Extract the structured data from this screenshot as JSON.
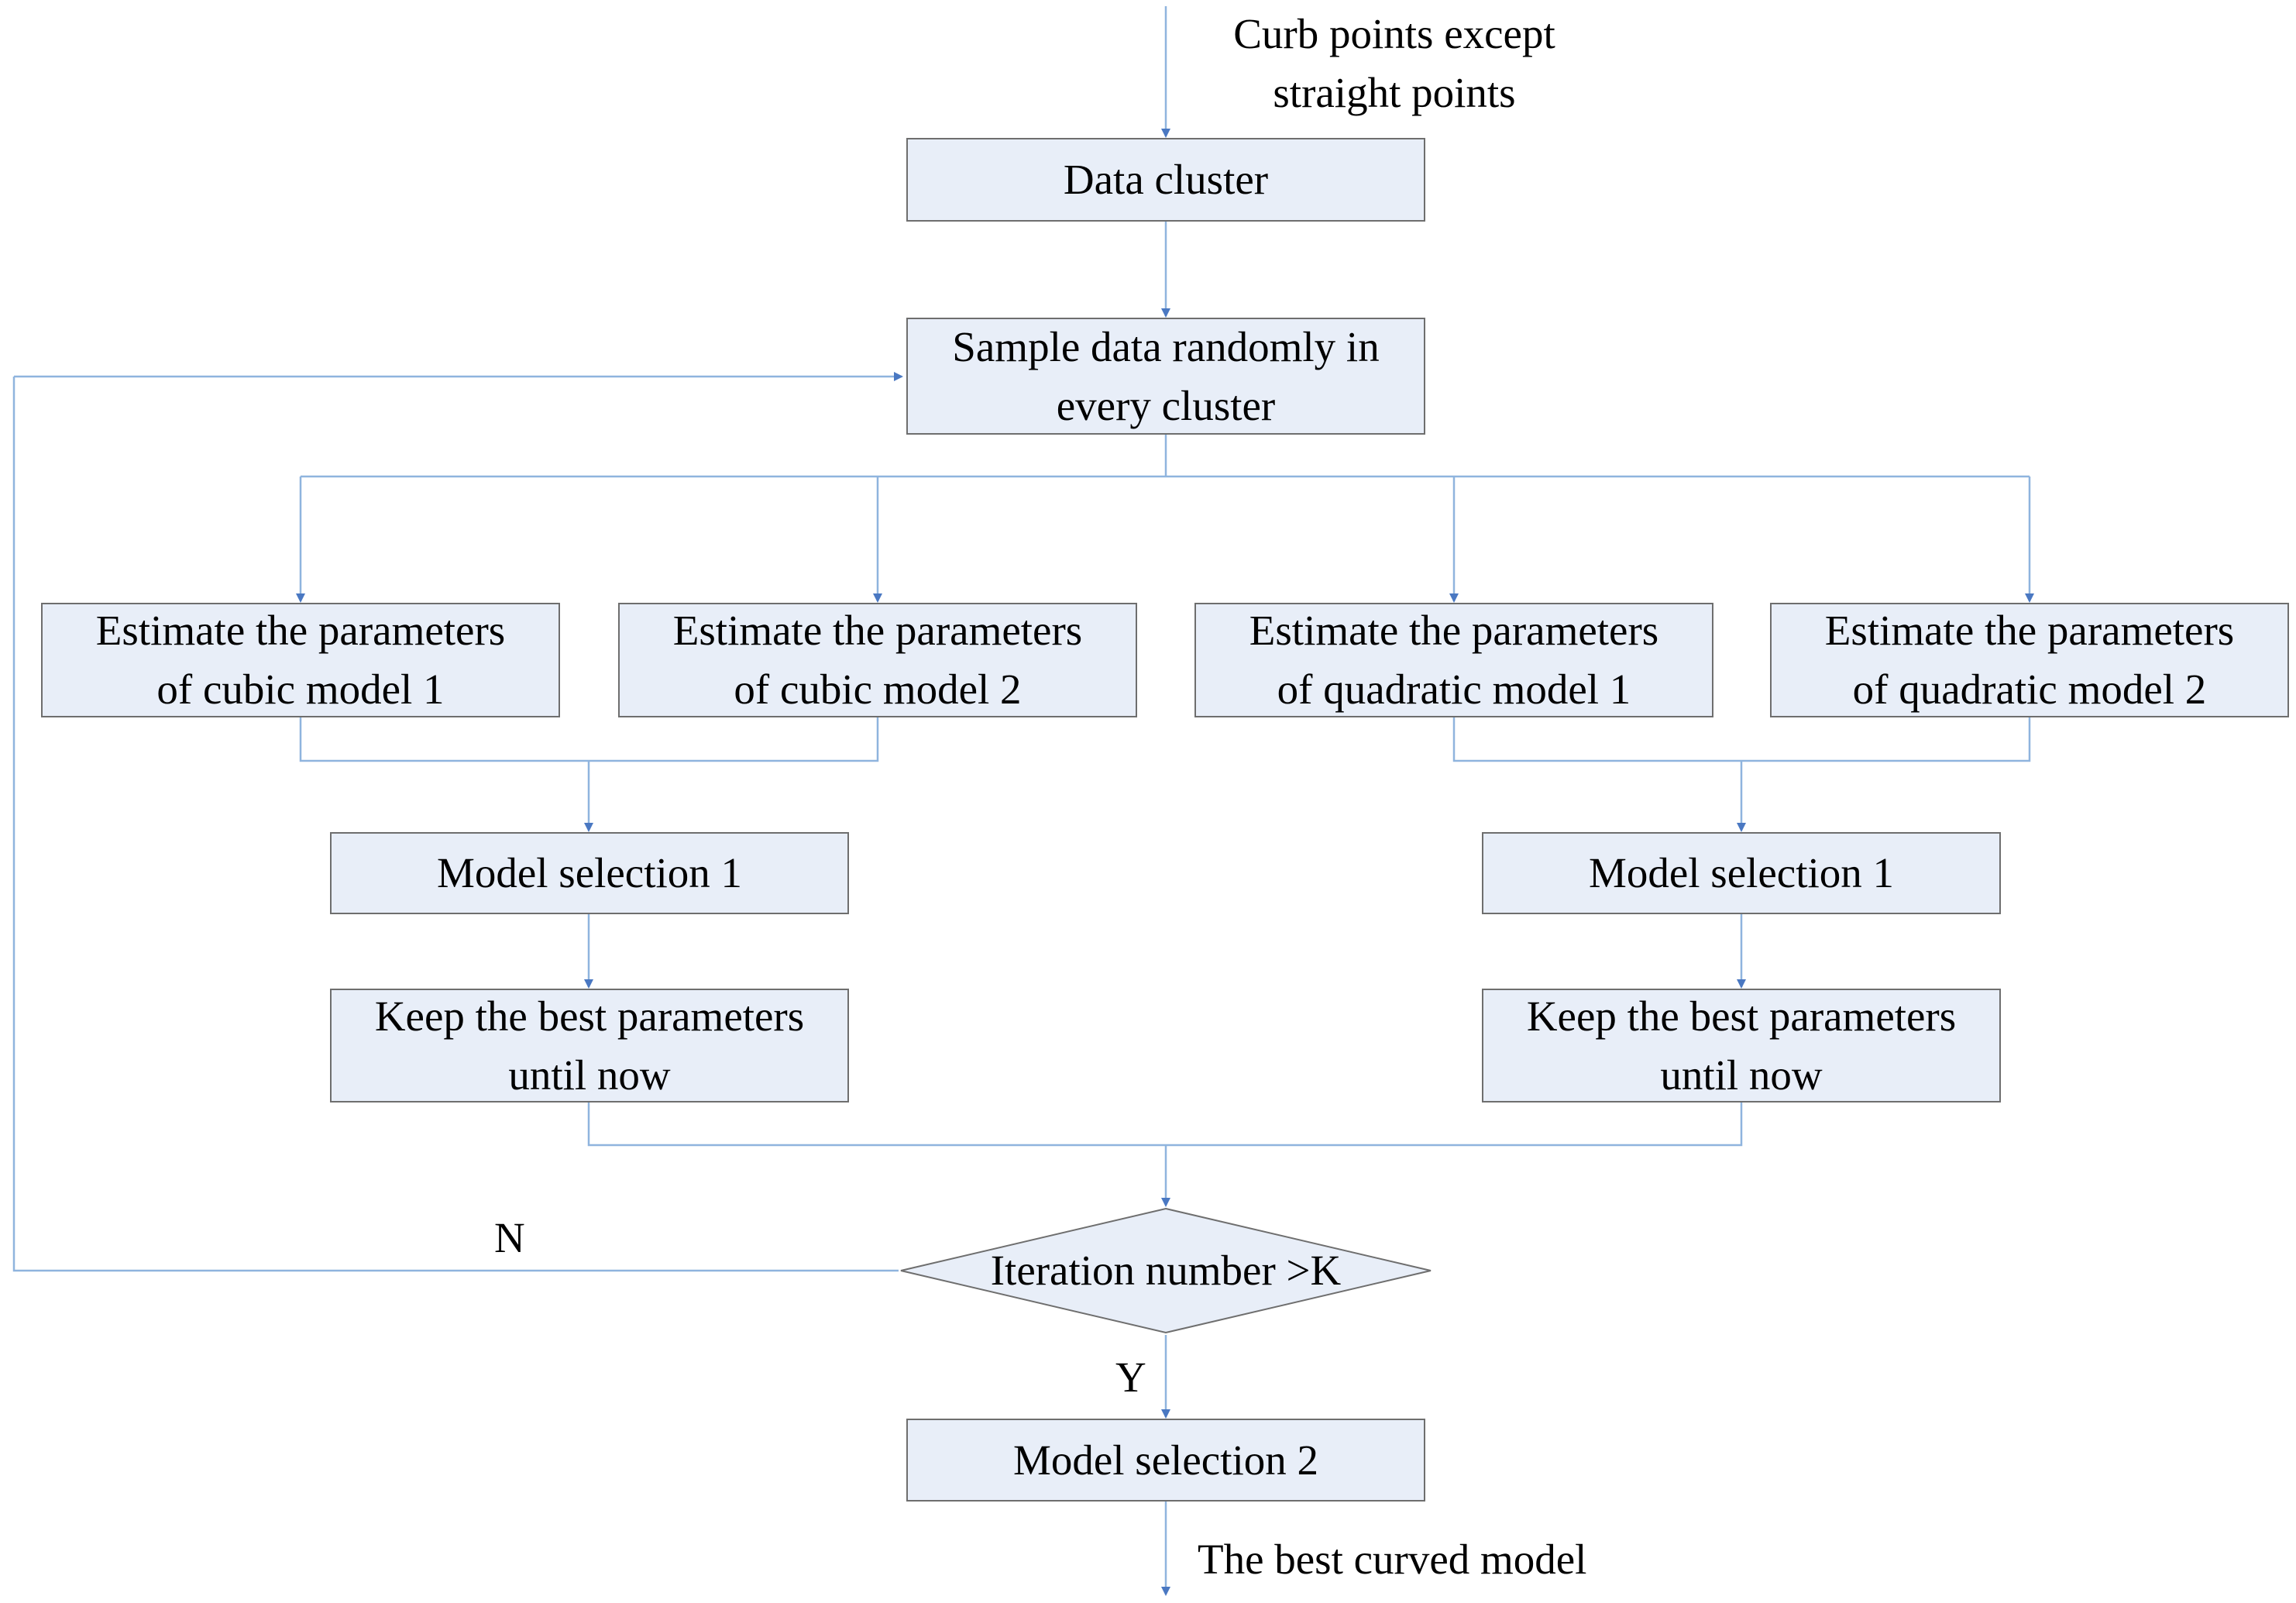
{
  "input_label": [
    "Curb points except",
    "straight points"
  ],
  "data_cluster": "Data cluster",
  "sample": [
    "Sample data randomly in",
    "every cluster"
  ],
  "estimates": [
    [
      "Estimate  the parameters",
      "of cubic model 1"
    ],
    [
      "Estimate  the parameters",
      "of cubic model 2"
    ],
    [
      "Estimate  the parameters",
      "of quadratic model 1"
    ],
    [
      "Estimate  the parameters",
      "of quadratic model 2"
    ]
  ],
  "model_selection_left": "Model selection 1",
  "model_selection_right": "Model selection 1",
  "keep_left": [
    "Keep the best parameters",
    "until now"
  ],
  "keep_right": [
    "Keep the best parameters",
    "until now"
  ],
  "decision": "Iteration number >K",
  "branch_no": "N",
  "branch_yes": "Y",
  "model_selection_final": "Model selection 2",
  "output_label": "The best curved model",
  "colors": {
    "box_fill": "#e8eef8",
    "box_border": "#6e6e6e",
    "connector": "#8fb4de",
    "arrowhead": "#4a78c2"
  }
}
